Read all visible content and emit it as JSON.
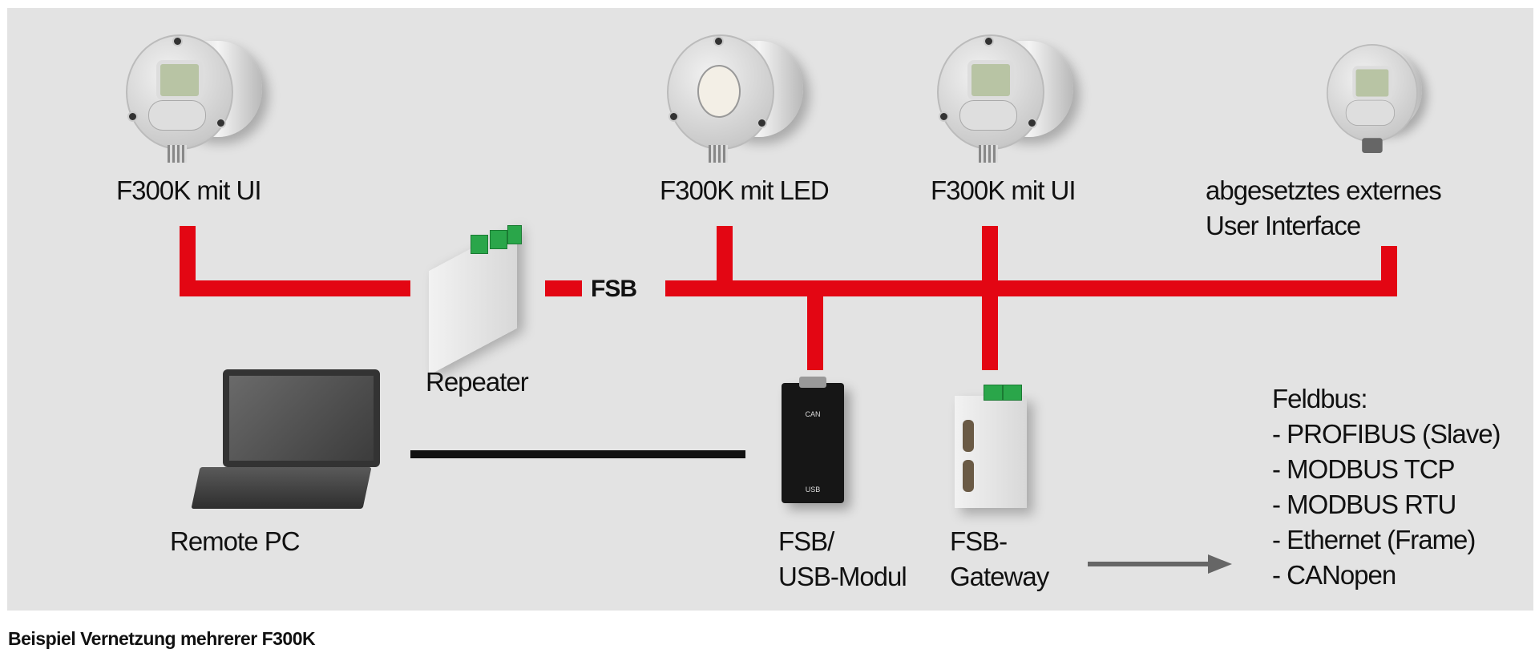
{
  "devices": {
    "f300k_ui_1": {
      "label": "F300K mit UI"
    },
    "f300k_led": {
      "label": "F300K mit LED"
    },
    "f300k_ui_2": {
      "label": "F300K mit UI"
    },
    "external_ui": {
      "label_line1": "abgesetztes externes",
      "label_line2": "User Interface"
    },
    "repeater": {
      "label": "Repeater"
    },
    "remote_pc": {
      "label": "Remote PC"
    },
    "usb_module": {
      "label_line1": "FSB/",
      "label_line2": "USB-Modul",
      "device_text_top": "CAN",
      "device_text_bottom": "USB"
    },
    "gateway": {
      "label_line1": "FSB-",
      "label_line2": "Gateway"
    }
  },
  "bus": {
    "label": "FSB",
    "color": "#e30613"
  },
  "fieldbus": {
    "title": "Feldbus:",
    "items": [
      "- PROFIBUS (Slave)",
      "- MODBUS TCP",
      "- MODBUS RTU",
      "- Ethernet (Frame)",
      "- CANopen"
    ]
  },
  "caption": "Beispiel Vernetzung mehrerer F300K"
}
